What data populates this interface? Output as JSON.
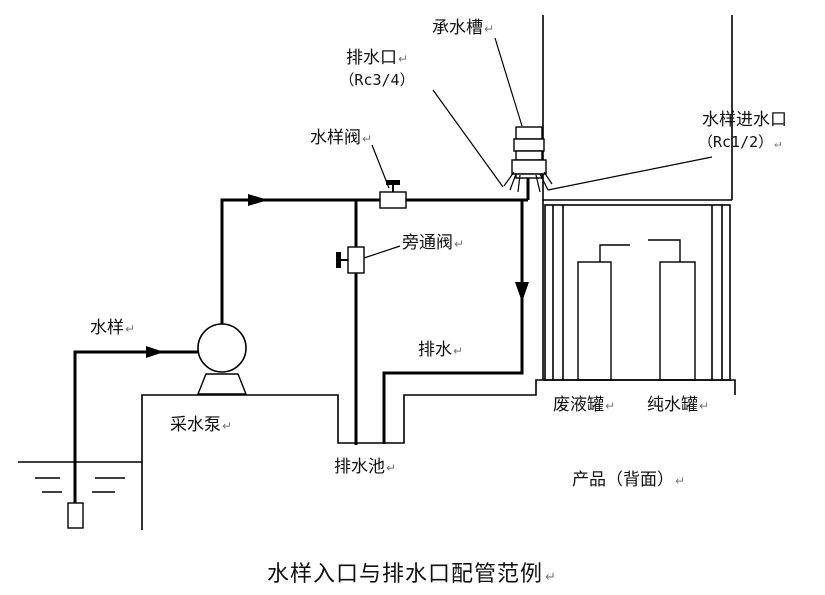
{
  "labels": {
    "tray": "承水槽",
    "drain_outlet": "排水口",
    "drain_outlet_spec": "（Rc3/4）",
    "sample_inlet": "水样进水口",
    "sample_inlet_spec": "（Rc1/2）",
    "sample_valve": "水样阀",
    "bypass_valve": "旁通阀",
    "sample_water": "水样",
    "drain_water": "排水",
    "pump": "采水泵",
    "drain_pool": "排水池",
    "waste_tank": "废液罐",
    "pure_tank": "纯水罐",
    "product_back": "产品（背面）"
  },
  "caption": "水样入口与排水口配管范例",
  "para_mark": "↵"
}
